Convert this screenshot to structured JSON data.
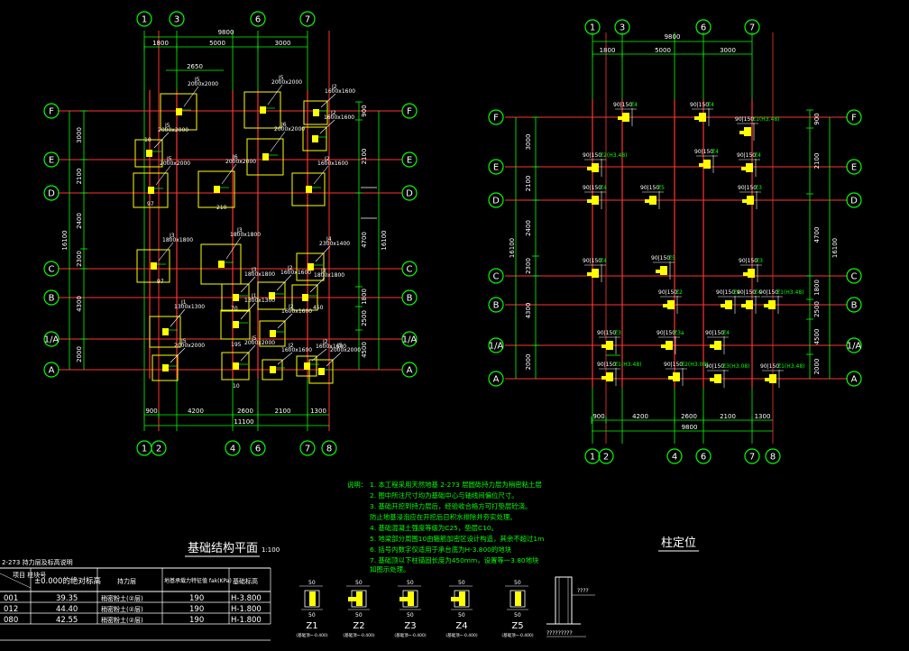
{
  "left_plan": {
    "title": "基础结构平面",
    "scale": "1:100",
    "top_axes": [
      "1",
      "3",
      "6",
      "7"
    ],
    "bottom_axes": [
      "1",
      "2",
      "4",
      "6",
      "7",
      "8"
    ],
    "row_axes": [
      "F",
      "E",
      "D",
      "C",
      "B",
      "1/A",
      "A"
    ],
    "top_total": "9800",
    "top_dims": [
      "1800",
      "5000",
      "3000"
    ],
    "top_sub": "2650",
    "bottom_dims": [
      "900",
      "4200",
      "2600",
      "2100",
      "1300"
    ],
    "bottom_total": "11100",
    "left_dims": [
      "3000",
      "2100",
      "2400",
      "2300",
      "4300",
      "2000"
    ],
    "left_total": "16100",
    "right_dims": [
      "900",
      "2100",
      "4700",
      "1800",
      "2500",
      "4500"
    ],
    "right_total": "16100",
    "footings": [
      {
        "id": "J5",
        "size": "2000x2000"
      },
      {
        "id": "J5",
        "size": "2000x2000"
      },
      {
        "id": "J2",
        "size": "1600x1600"
      },
      {
        "id": "J2",
        "size": "1600x1600"
      },
      {
        "id": "J5",
        "size": "2000x2000"
      },
      {
        "id": "J6",
        "size": "2000x2000"
      },
      {
        "id": "J5",
        "size": "2000x2000"
      },
      {
        "id": "J6",
        "size": "2000x2000"
      },
      {
        "id": "J2",
        "size": "1600x1600"
      },
      {
        "id": "J3",
        "size": "1800x1800"
      },
      {
        "id": "J3",
        "size": "1800x1800"
      },
      {
        "id": "J4",
        "size": "2300x1400"
      },
      {
        "id": "J3",
        "size": "1800x1800"
      },
      {
        "id": "J2",
        "size": "1600x1600"
      },
      {
        "id": "J3",
        "size": "1800x1800"
      },
      {
        "id": "J1",
        "size": "1300x1300"
      },
      {
        "id": "J1",
        "size": "1300x1300"
      },
      {
        "id": "J2",
        "size": "1600x1600"
      }
    ],
    "tags": [
      "97",
      "97",
      "10",
      "210",
      "195",
      "70",
      "450",
      "10"
    ]
  },
  "right_plan": {
    "title": "柱定位",
    "top_axes": [
      "1",
      "3",
      "6",
      "7"
    ],
    "bottom_axes": [
      "1",
      "2",
      "4",
      "6",
      "7",
      "8"
    ],
    "row_axes": [
      "F",
      "E",
      "D",
      "C",
      "B",
      "1/A",
      "A"
    ],
    "top_total": "9800",
    "top_dims": [
      "1800",
      "5000",
      "3000"
    ],
    "bottom_dims": [
      "900",
      "4200",
      "2600",
      "2100",
      "1300"
    ],
    "bottom_total": "9800",
    "left_dims": [
      "3000",
      "2100",
      "2400",
      "2300",
      "4300",
      "2000"
    ],
    "left_total": "16100",
    "right_dims": [
      "900",
      "2100",
      "4700",
      "1800",
      "2500",
      "4500",
      "2000"
    ],
    "right_total": "16100",
    "columns": [
      {
        "label": "Z4"
      },
      {
        "label": "Z4"
      },
      {
        "label": "Z1(H3.48)"
      },
      {
        "label": "Z2(H3.48)"
      },
      {
        "label": "Z4"
      },
      {
        "label": "Z4"
      },
      {
        "label": "Z4"
      },
      {
        "label": "Z5"
      },
      {
        "label": "Z3"
      },
      {
        "label": "Z4"
      },
      {
        "label": "Z5"
      },
      {
        "label": "Z3"
      },
      {
        "label": "Z2"
      },
      {
        "label": "Z4"
      },
      {
        "label": "Z4"
      },
      {
        "label": "Z1(H3.48)"
      },
      {
        "label": "Z3"
      },
      {
        "label": "Z3a"
      },
      {
        "label": "Z4"
      },
      {
        "label": "Z1(H3.48)"
      },
      {
        "label": "Z2(H3.08)"
      },
      {
        "label": "Z3(H3.08)"
      },
      {
        "label": "Z1(H3.48)"
      }
    ]
  },
  "notes": {
    "heading": "说明：",
    "lines": [
      "1. 本工程采用天然地基 2-273 层圆砾持力层为稍密粘土层",
      "2. 图中所注尺寸均为基础中心与轴线间偏位尺寸。",
      "3. 基础开挖到持力层后，经验收合格方可打垫层砼浇。",
      "   防止地基浸泡应在开挖后日积水排除并夯实处理。",
      "4. 基础混凝土强度等级为C25，垫层C10。",
      "5. 地梁部分周围10由箍筋加密区设计构造，其余不超过1m",
      "6. 括号内数字仅适用于承台底为H-3.800的地块",
      "7. 基础顶以下柱锚固长度为450mm，设置等一3.80地块",
      "   如图示处理。"
    ]
  },
  "table": {
    "title": "2-273 持力层及标高说明",
    "headers": [
      "项目 柱块号",
      "±0.000的绝对标高",
      "持力层",
      "地基承载力特征值 fak(KPa)",
      "基础标高"
    ],
    "rows": [
      [
        "001",
        "39.35",
        "稍密粉土(②层)",
        "190",
        "H-3.800"
      ],
      [
        "012",
        "44.40",
        "稍密粉土(②层)",
        "190",
        "H-1.800"
      ],
      [
        "080",
        "42.55",
        "稍密粉土(②层)",
        "190",
        "H-1.800"
      ]
    ]
  },
  "column_details": [
    {
      "name": "Z1",
      "sub": "(基础顶~-0.400)",
      "dims": "50"
    },
    {
      "name": "Z2",
      "sub": "(基础顶~-0.400)",
      "dims": "50"
    },
    {
      "name": "Z3",
      "sub": "(基础顶~-0.400)",
      "dims": "50"
    },
    {
      "name": "Z4",
      "sub": "(基础顶~-0.400)",
      "dims": "50"
    },
    {
      "name": "Z5",
      "sub": "(基础顶~-0.400)",
      "dims": "50"
    }
  ],
  "section": {
    "top": "????",
    "bottom": "?????????"
  },
  "colors": {
    "bg": "#000000",
    "axis": "#ff3333",
    "dim": "#00ff00",
    "footing": "#ffff00",
    "text": "#ffffff",
    "grid_bubble": "#00ff00"
  }
}
